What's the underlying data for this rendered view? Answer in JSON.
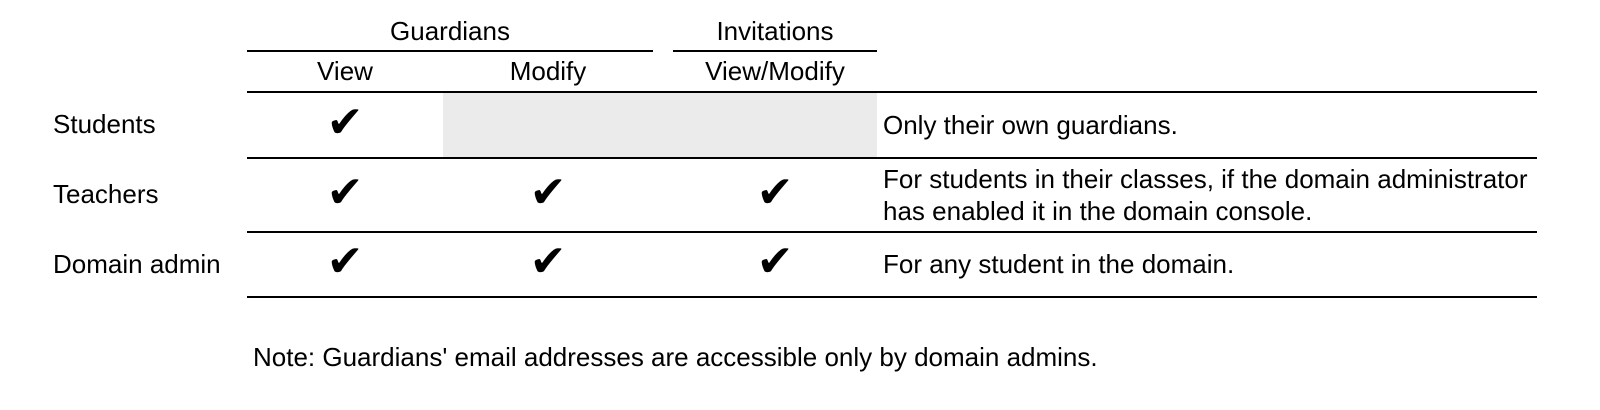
{
  "table": {
    "column_groups": [
      {
        "label": "Guardians",
        "columns": [
          "View",
          "Modify"
        ]
      },
      {
        "label": "Invitations",
        "columns": [
          "View/Modify"
        ]
      }
    ],
    "check_glyph": "✔",
    "rows": [
      {
        "label": "Students",
        "cells": [
          "✔",
          "",
          ""
        ],
        "disabled_cells": [
          "Modify",
          "View/Modify"
        ],
        "note": "Only their own guardians."
      },
      {
        "label": "Teachers",
        "cells": [
          "✔",
          "✔",
          "✔"
        ],
        "note": "For students in their classes, if the domain administrator has enabled it in the domain console."
      },
      {
        "label": "Domain admin",
        "cells": [
          "✔",
          "✔",
          "✔"
        ],
        "note": "For any student in the domain."
      }
    ]
  },
  "footnote": "Note: Guardians' email addresses are accessible only by domain admins.",
  "colors": {
    "text": "#000000",
    "line": "#000000",
    "disabled_cell_bg": "#ebebeb",
    "background": "#ffffff"
  }
}
